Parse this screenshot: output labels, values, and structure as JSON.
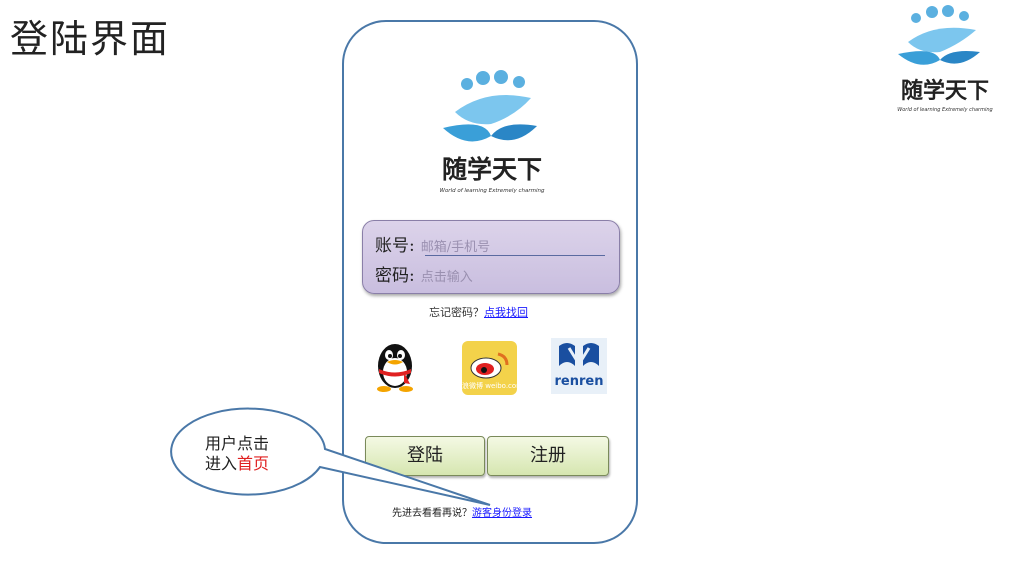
{
  "page": {
    "title": "登陆界面"
  },
  "logo": {
    "name": "随学天下",
    "tagline": "World of learning Extremely charming"
  },
  "login": {
    "account_label": "账号:",
    "account_placeholder": "邮箱/手机号",
    "password_label": "密码:",
    "password_placeholder": "点击输入"
  },
  "forgot": {
    "prompt": "忘记密码？",
    "link": "点我找回"
  },
  "social": [
    {
      "name": "qq",
      "icon": "qq-penguin-icon"
    },
    {
      "name": "weibo",
      "icon": "weibo-icon",
      "text": "新浪微博 weibo.com"
    },
    {
      "name": "renren",
      "icon": "renren-icon",
      "text": "renren"
    }
  ],
  "buttons": {
    "login": "登陆",
    "register": "注册"
  },
  "guest": {
    "prompt": "先进去看看再说？",
    "link": "游客身份登录"
  },
  "callout": {
    "line1": "用户点击",
    "line2_prefix": "进入",
    "line2_highlight": "首页"
  },
  "colors": {
    "frame": "#4a78a8",
    "input_bg": "#d6cce6",
    "button_bg": "#e2efc6",
    "link": "#1a1aff",
    "highlight": "#e02020"
  }
}
